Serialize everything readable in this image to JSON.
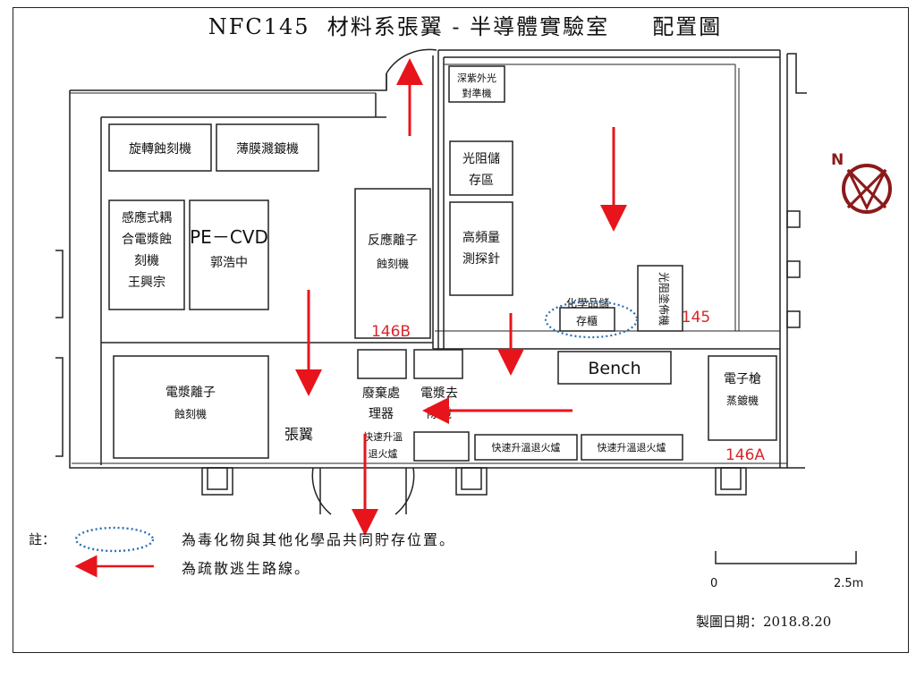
{
  "title": "NFC145  材料系張翼 - 半導體實驗室     配置圖",
  "equipment": {
    "spin_etcher": "旋轉蝕刻機",
    "film_sputter": "薄膜濺鍍機",
    "icp_line1": "感應式耦",
    "icp_line2": "合電漿蝕",
    "icp_line3": "刻機",
    "icp_line4": "王興宗",
    "pecvd_line1": "PE－CVD",
    "pecvd_line2": "郭浩中",
    "rie_line1": "反應離子",
    "rie_line2": "蝕刻機",
    "plasma_etch_line1": "電漿離子",
    "plasma_etch_line2": "蝕刻機",
    "deep_uv_line1": "深紫外光",
    "deep_uv_line2": "對準機",
    "pr_storage_line1": "光阻儲",
    "pr_storage_line2": "存區",
    "hf_probe_line1": "高頻量",
    "hf_probe_line2": "測探針",
    "chem_storage_line1": "化學品儲",
    "chem_storage_line2": "存櫃",
    "pr_coater": "光阻塗佈機",
    "bench": "Bench",
    "ebeam_line1": "電子槍",
    "ebeam_line2": "蒸鍍機",
    "waste_line1": "廢棄處",
    "waste_line2": "理器",
    "plasma_clean_line1": "電漿去",
    "plasma_clean_line2": "除機",
    "rta1_line1": "快速升溫",
    "rta1_line2": "退火爐",
    "rta2": "快速升溫退火爐",
    "rta3": "快速升溫退火爐"
  },
  "rooms": {
    "r146b": "146B",
    "r145": "145",
    "r146a": "146A",
    "zhang_yi": "張翼"
  },
  "compass": {
    "label": "N",
    "color": "#8b1a1a"
  },
  "legend": {
    "note_label": "註：",
    "toxic_storage": "為毒化物與其他化學品共同貯存位置。",
    "evacuation": "為疏散逃生路線。"
  },
  "scale": {
    "start": "0",
    "end": "2.5m"
  },
  "date": "製圖日期：2018.8.20",
  "colors": {
    "arrow": "#e8141b",
    "circle": "#2a6fb5",
    "wall": "#222222",
    "room_label": "#d9262c"
  }
}
